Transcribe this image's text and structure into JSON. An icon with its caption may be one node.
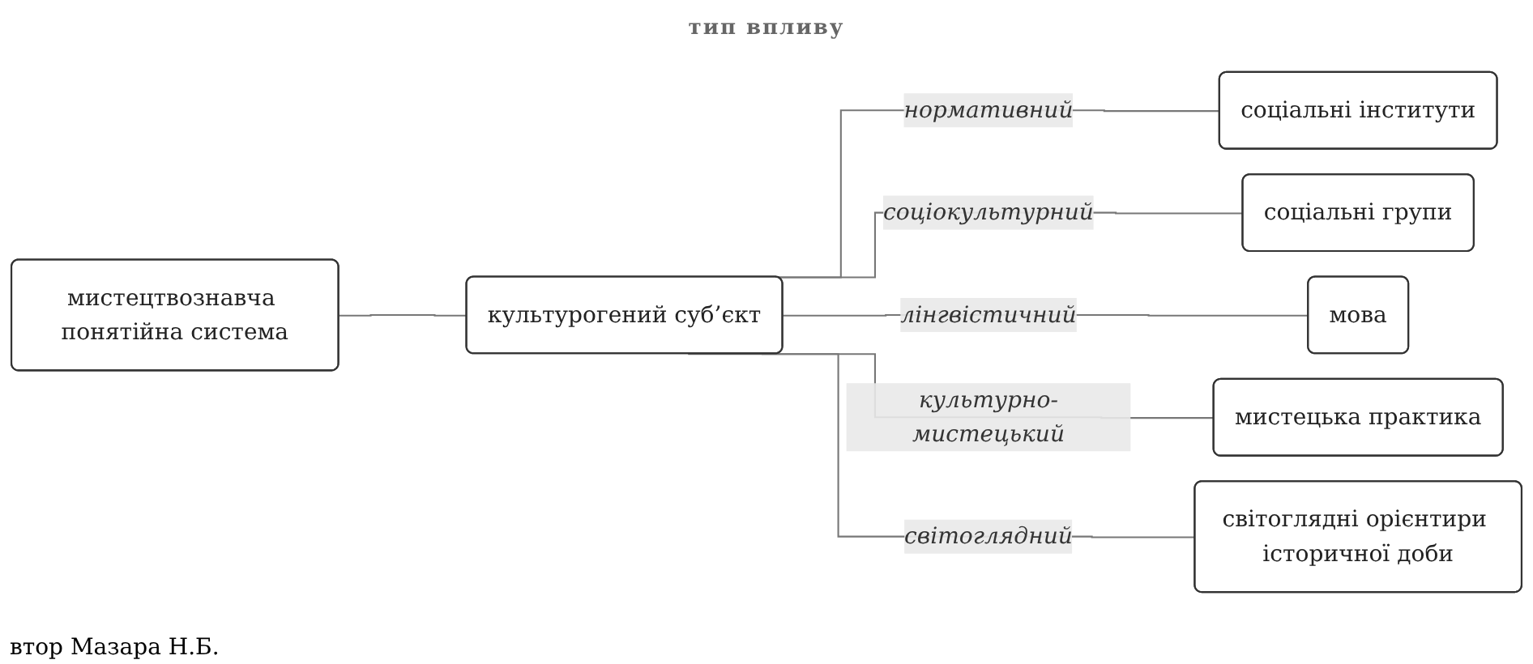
{
  "diagram": {
    "nodes": [
      {
        "text": [
          "мистецтвознавча понятійна система"
        ]
      },
      {
        "text": [
          "культурогений суб’єкт"
        ]
      },
      {
        "text": [
          "соціальні інститути"
        ]
      },
      {
        "text": [
          "соціальні групи"
        ]
      },
      {
        "text": [
          "мова"
        ]
      },
      {
        "text": [
          "мистецька практика"
        ]
      },
      {
        "text": [
          "світоглядні орієнтири історичної доби"
        ]
      }
    ],
    "edges": [
      {
        "from": 0,
        "to": 1,
        "arrow": "none"
      },
      {
        "from": 1,
        "to": 2,
        "arrow": "none",
        "label": "нормативний"
      },
      {
        "from": 1,
        "to": 3,
        "arrow": "none",
        "label": "соціокультурний"
      },
      {
        "from": 1,
        "to": 4,
        "arrow": "none",
        "label": "лінгвістичний"
      },
      {
        "from": 1,
        "to": 5,
        "arrow": "none",
        "label": "культурно-мистецький"
      },
      {
        "from": 1,
        "to": 6,
        "arrow": "none",
        "label": "світоглядний"
      }
    ],
    "labels": [
      "тип впливу",
      "втор Мазара Н.Б."
    ]
  }
}
